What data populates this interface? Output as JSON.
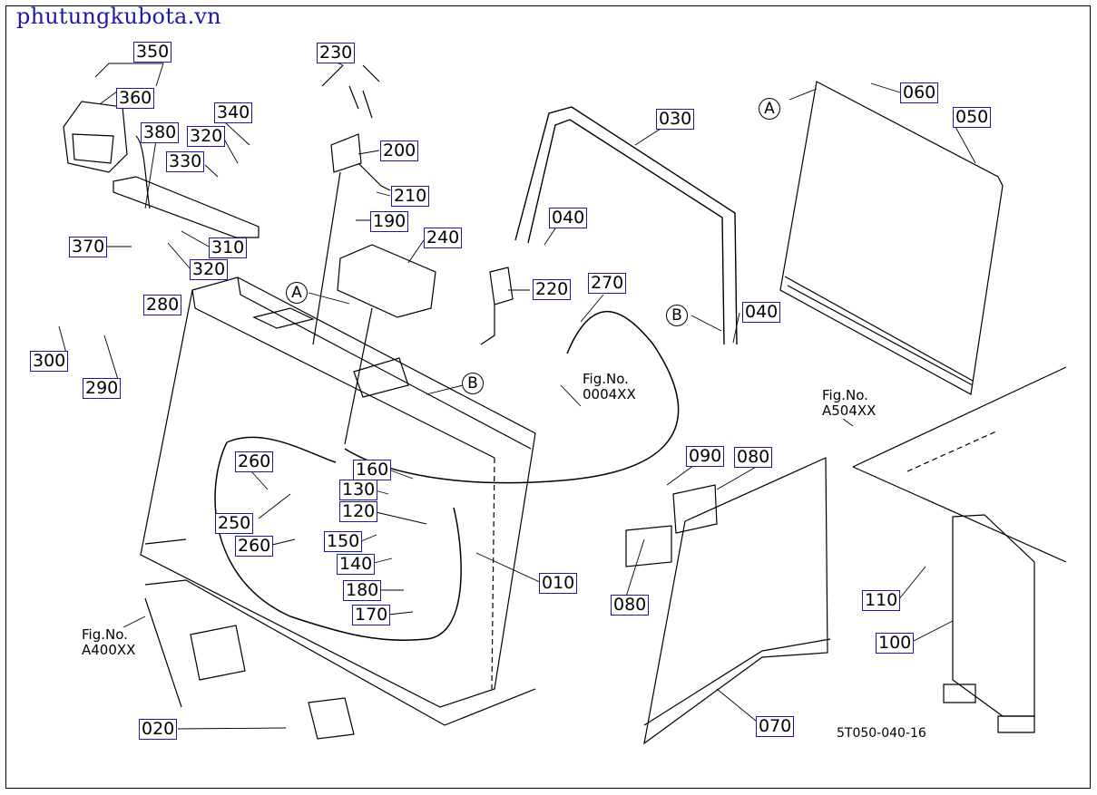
{
  "watermark": "phutungkubota.vn",
  "drawing_code": "5T050-040-16",
  "parts": [
    "350",
    "360",
    "380",
    "340",
    "320",
    "330",
    "370",
    "310",
    "320",
    "300",
    "290",
    "280",
    "230",
    "200",
    "210",
    "190",
    "240",
    "220",
    "270",
    "030",
    "040",
    "040",
    "060",
    "050",
    "260",
    "250",
    "260",
    "160",
    "130",
    "120",
    "150",
    "140",
    "180",
    "170",
    "010",
    "090",
    "080",
    "080",
    "070",
    "110",
    "100",
    "020"
  ],
  "callouts": [
    "A",
    "A",
    "B",
    "B"
  ],
  "fig_refs": [
    {
      "line1": "Fig.No.",
      "line2": "0004XX"
    },
    {
      "line1": "Fig.No.",
      "line2": "A504XX"
    },
    {
      "line1": "Fig.No.",
      "line2": "A400XX"
    }
  ]
}
